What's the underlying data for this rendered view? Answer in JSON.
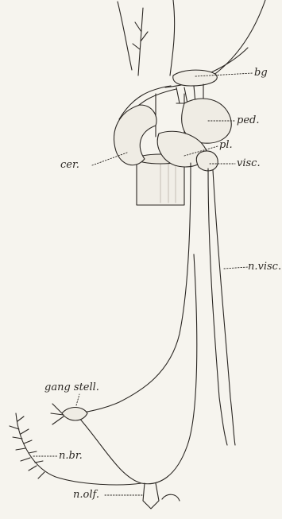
{
  "labels": {
    "bg": "bg",
    "ped": "ped.",
    "pl": "pl.",
    "cer": "cer.",
    "visc": "visc.",
    "n_visc": "n.visc.",
    "gang_stell": "gang stell.",
    "n_br": "n.br.",
    "n_olf": "n.olf."
  },
  "colors": {
    "ink": "#2a2622",
    "paper": "#f6f4ee",
    "shade": "#c9c4bb"
  }
}
